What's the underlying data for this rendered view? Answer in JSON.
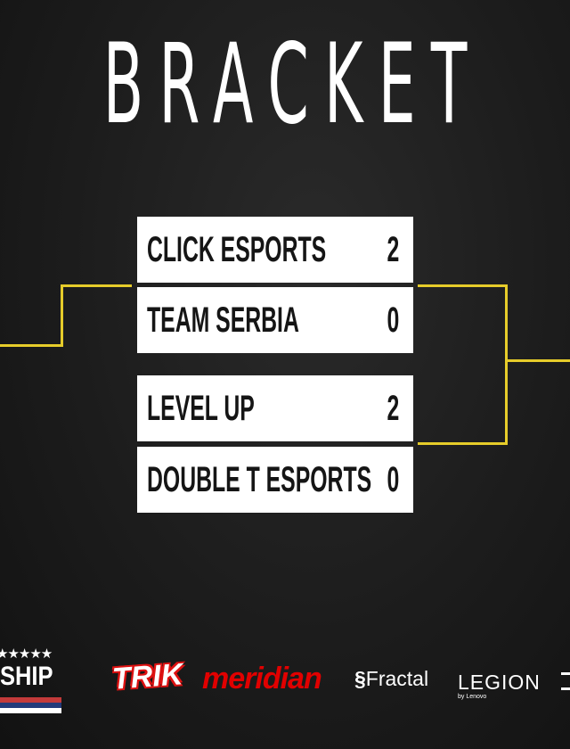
{
  "title": "BRACKET",
  "matches": [
    {
      "teams": [
        {
          "name": "CLICK ESPORTS",
          "score": "2"
        },
        {
          "name": "TEAM SERBIA",
          "score": "0"
        }
      ]
    },
    {
      "teams": [
        {
          "name": "LEVEL UP",
          "score": "2"
        },
        {
          "name": "DOUBLE T ESPORTS",
          "score": "0"
        }
      ]
    }
  ],
  "colors": {
    "bracket_line": "#e6cc2a",
    "background": "#1c1c1c"
  },
  "sponsors": {
    "championship_partial": "SHIP",
    "stars": "★★★★★",
    "trik": "TRIK",
    "meridian": "meridian",
    "fractal": "Fractal",
    "legion": "LEGION",
    "legion_sub": "by Lenovo"
  }
}
